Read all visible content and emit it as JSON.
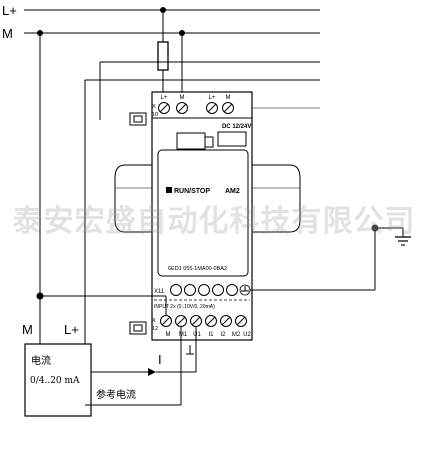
{
  "rails": {
    "l_plus": "L+",
    "m": "M"
  },
  "module": {
    "top_terminals": [
      "L+",
      "M",
      "L+",
      "M"
    ],
    "top_terminal_id": "X\n10",
    "supply": "DC 12/24V",
    "status": "RUN/STOP",
    "model": "AM2",
    "order_number": "6ED1 055-1MA00-0BA2",
    "upper_block_id": "X11",
    "bottom_block_id": "X\n12",
    "input_spec": "INPUT 2x (0..10V/0..20mA)",
    "bottom_terminals": [
      "M",
      "M1",
      "U1",
      "I1",
      "I2",
      "M2",
      "U2"
    ]
  },
  "sensor": {
    "label_m": "M",
    "label_lplus": "L+",
    "title": "电流",
    "range": "0/4..20 mA"
  },
  "reference_label": "参考电流",
  "current_symbol": "I",
  "watermark": "泰安宏盛自动化科技有限公司",
  "colors": {
    "line": "#000000",
    "module_fill": "#ffffff",
    "ground": "#333333"
  }
}
